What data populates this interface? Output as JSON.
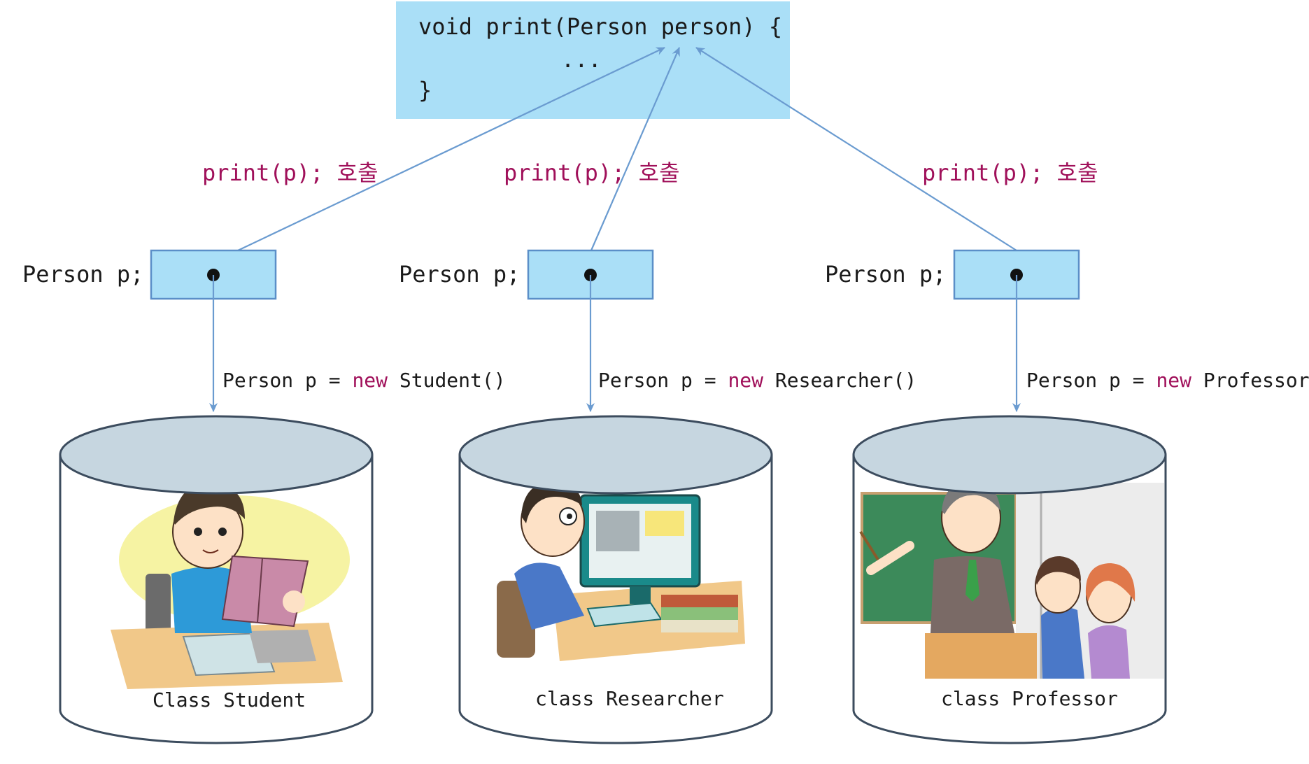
{
  "method": {
    "line1": "void print(Person person) {",
    "line2": "...",
    "line3": "}"
  },
  "calls": [
    {
      "text": "print(p); 호출"
    },
    {
      "text": "print(p); 호출"
    },
    {
      "text": "print(p); 호출"
    }
  ],
  "references": [
    {
      "label": "Person p;",
      "assign_prefix": "Person p = ",
      "assign_keyword": "new",
      "assign_suffix": " Student()",
      "class_label": "Class Student"
    },
    {
      "label": "Person p;",
      "assign_prefix": "Person p = ",
      "assign_keyword": "new",
      "assign_suffix": " Researcher()",
      "class_label": "class Researcher"
    },
    {
      "label": "Person p;",
      "assign_prefix": "Person p = ",
      "assign_keyword": "new",
      "assign_suffix": " Professor()",
      "class_label": "class Professor"
    }
  ],
  "colors": {
    "code_box_fill": "#aadff7",
    "ref_box_fill": "#aadff7",
    "ref_box_stroke": "#5b8fc8",
    "arrow": "#6a9bd0",
    "call_text": "#a0105a",
    "keyword": "#a0105a",
    "cylinder_top": "#c6d6e0",
    "cylinder_stroke": "#3c4c5e"
  }
}
